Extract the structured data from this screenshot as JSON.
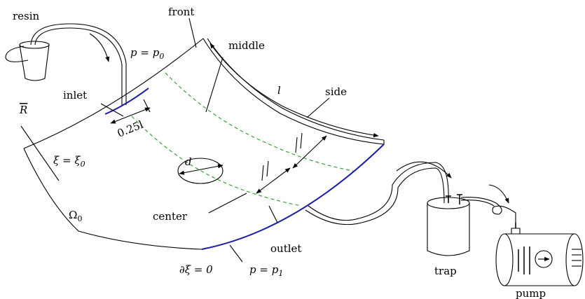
{
  "labels": {
    "resin": "resin",
    "front": "front",
    "middle": "middle",
    "side": "side",
    "inlet": "inlet",
    "p_eq_p0": "p = p",
    "p0_sub": "0",
    "l": "l",
    "quarter_l": "0.25l",
    "R": "R",
    "xi_eq_xi0": "ξ = ξ",
    "xi0_sub": "0",
    "d": "d",
    "omega0": "Ω",
    "omega0_sub": "0",
    "center": "center",
    "outlet": "outlet",
    "dxi_zero": "∂ξ = 0",
    "p_eq_p1": "p = p",
    "p1_sub": "1",
    "trap": "trap",
    "pump": "pump"
  },
  "colors": {
    "inlet_outlet_edge": "#1a1aa8",
    "flow_lines": "#2a9a2a",
    "ink": "#000000"
  }
}
